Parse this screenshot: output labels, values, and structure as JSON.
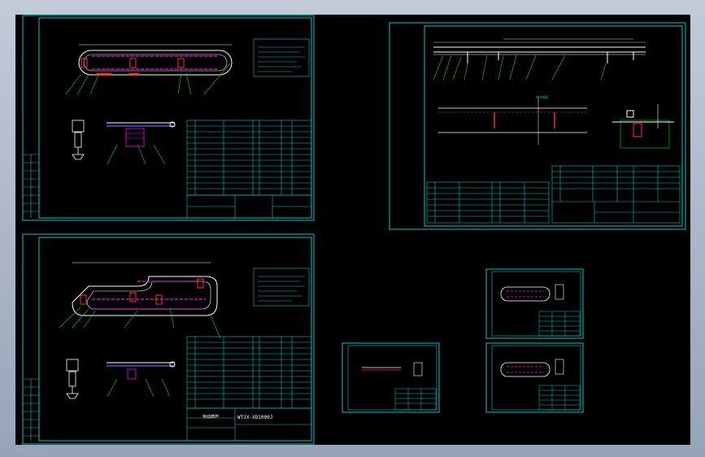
{
  "viewport": {
    "name": "CAD model space"
  },
  "colors": {
    "background": "#000000",
    "frame": "#00c8c8",
    "line": "#ffffff",
    "accent": "#ff00ff",
    "mark": "#ff3030",
    "leader": "#00e000",
    "chrome": "#b0b9c9"
  },
  "sheets": [
    {
      "id": "sheet-1",
      "label": ""
    },
    {
      "id": "sheet-2",
      "label": ""
    },
    {
      "id": "sheet-3",
      "label": ""
    },
    {
      "id": "sheet-4",
      "label": ""
    },
    {
      "id": "sheet-5",
      "label": ""
    }
  ],
  "sheet2_title": "WTJX-XD1000J",
  "sheet2_subtitle": "电动葫芦",
  "sheet3_label": "A—A剖面"
}
